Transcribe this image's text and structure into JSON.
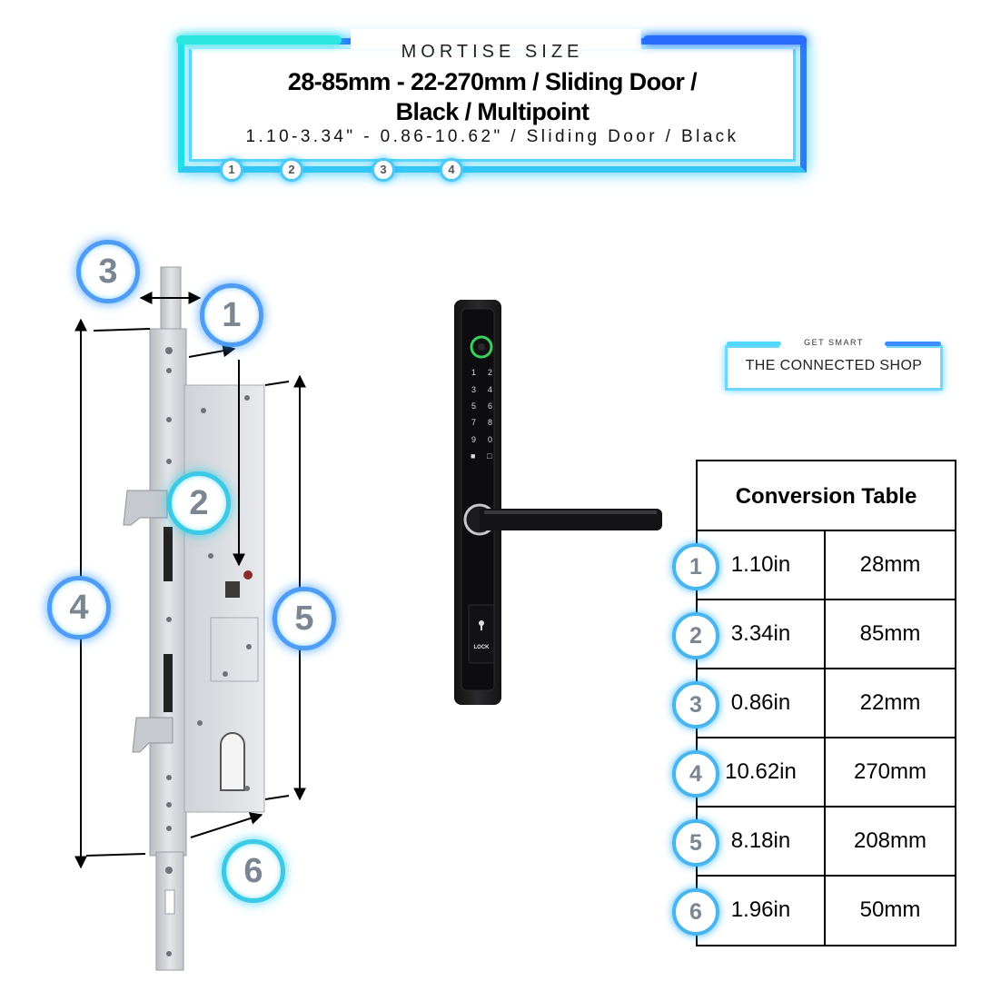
{
  "header": {
    "kicker": "MORTISE SIZE",
    "title_line1": "28-85mm - 22-270mm / Sliding Door /",
    "title_line2": "Black / Multipoint",
    "subtitle": "1.10-3.34\" - 0.86-10.62\" / Sliding Door / Black",
    "badges": [
      "1",
      "2",
      "3",
      "4"
    ]
  },
  "diagram": {
    "labels": [
      "1",
      "2",
      "3",
      "4",
      "5",
      "6"
    ]
  },
  "keypad": {
    "keys": [
      "1",
      "2",
      "3",
      "4",
      "5",
      "6",
      "7",
      "8",
      "9",
      "0"
    ],
    "lock_label": "LOCK"
  },
  "logo": {
    "tagline": "GET SMART",
    "name": "THE CONNECTED SHOP"
  },
  "conversion_table": {
    "title": "Conversion Table",
    "rows": [
      {
        "num": "1",
        "inches": "1.10in",
        "mm": "28mm"
      },
      {
        "num": "2",
        "inches": "3.34in",
        "mm": "85mm"
      },
      {
        "num": "3",
        "inches": "0.86in",
        "mm": "22mm"
      },
      {
        "num": "4",
        "inches": "10.62in",
        "mm": "270mm"
      },
      {
        "num": "5",
        "inches": "8.18in",
        "mm": "208mm"
      },
      {
        "num": "6",
        "inches": "1.96in",
        "mm": "50mm"
      }
    ]
  },
  "colors": {
    "glow_teal": "#2ee6e0",
    "glow_blue": "#2a6bff",
    "handle_black": "#1a1a1c",
    "steel": "#c9ccd0"
  }
}
